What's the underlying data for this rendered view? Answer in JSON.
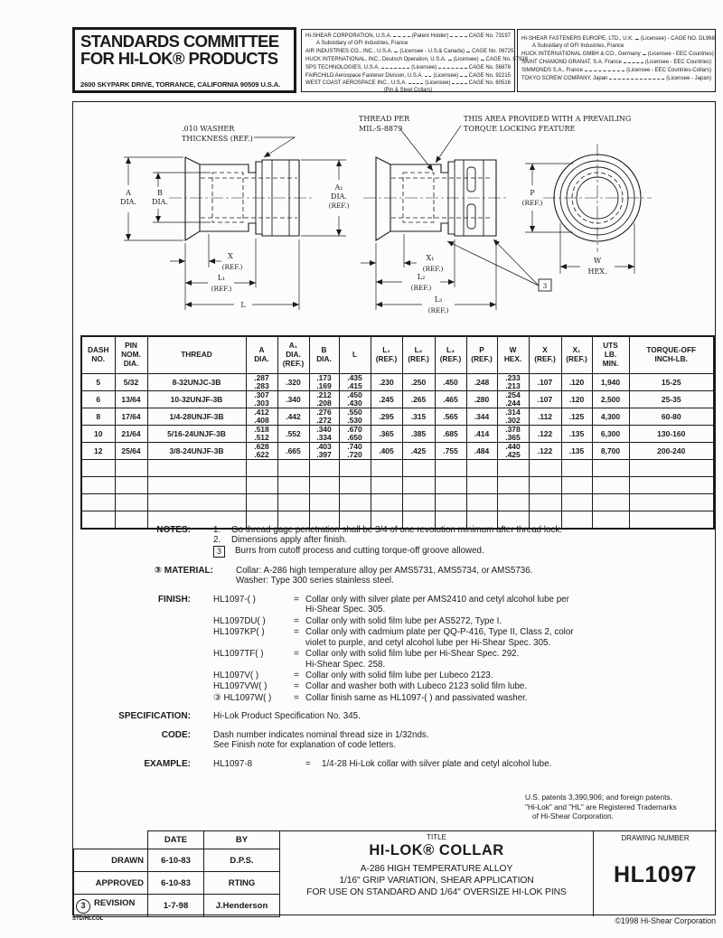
{
  "colors": {
    "ink": "#1a1a1a",
    "paper": "#fcfcfa"
  },
  "header": {
    "committee": {
      "line1": "STANDARDS COMMITTEE",
      "line2": "FOR HI-LOK® PRODUCTS",
      "address": "2600 SKYPARK DRIVE, TORRANCE, CALIFORNIA 90509 U.S.A."
    },
    "licensees_left": [
      {
        "name": "HI-SHEAR CORPORATION, U.S.A.",
        "note": "(Patent Holder)",
        "cage": "CAGE No. 73197",
        "sub": "A Subsidiary of GFI Industries, France"
      },
      {
        "name": "AIR INDUSTRIES CO., INC., U.S.A.",
        "note": "(Licensee - U.S.& Canada)",
        "cage": "CAGE No. 06725"
      },
      {
        "name": "HUCK INTERNATIONAL, INC., Deutsch Operation, U.S.A.",
        "note": "(Licensee)",
        "cage": "CAGE No. 97928"
      },
      {
        "name": "SPS TECHNOLOGIES, U.S.A.",
        "note": "(Licensee)",
        "cage": "CAGE No. 56878"
      },
      {
        "name": "FAIRCHILD Aerospace Fastener Division, U.S.A.",
        "note": "(Licensee)",
        "cage": "CAGE No. 92215"
      },
      {
        "name": "WEST COAST AEROSPACE INC., U.S.A.",
        "note": "(Licensee)",
        "cage": "CAGE No. 60516",
        "sub": "(Pin & Steel Collars)",
        "sub_center": true
      }
    ],
    "licensees_right": [
      {
        "name": "HI-SHEAR FASTENERS EUROPE, LTD., U.K.",
        "note": "(Licensee) - CAGE NO. DL968",
        "sub": "A Subsidiary of GFI Industries, France"
      },
      {
        "name": "HUCK INTERNATIONAL GMBH & CO., Germany",
        "note": "(Licensee - EEC Countries)"
      },
      {
        "name": "SAINT CHAMOND GRANAT, S.A. France",
        "note": "(Licensee - EEC Countries)"
      },
      {
        "name": "SIMMONDS S.A., France",
        "note": "(Licensee - EEC Countries-Collars)"
      },
      {
        "name": "TOKYO SCREW COMPANY, Japan",
        "note": "(Licensee - Japan)"
      }
    ]
  },
  "drawing": {
    "left_view": {
      "a": "A",
      "a2": "DIA.",
      "b": "B",
      "b2": "DIA.",
      "a1": "A₁",
      "a1b": "DIA.",
      "a1c": "(REF.)",
      "washer1": ".010 WASHER",
      "washer2": "THICKNESS (REF.)",
      "x": "X",
      "x2": "(REF.)",
      "l1": "L₁",
      "l1b": "(REF.)",
      "l": "L"
    },
    "mid_view": {
      "thread1": "THREAD PER",
      "thread2": "MIL-S-8879",
      "torque1": "THIS AREA PROVIDED WITH A PREVAILING",
      "torque2": "TORQUE LOCKING FEATURE",
      "x1": "X₁",
      "x1b": "(REF.)",
      "l2": "L₂",
      "l2b": "(REF.)",
      "l3": "L₃",
      "l3b": "(REF.)",
      "callout": "3"
    },
    "end_view": {
      "p": "P",
      "p2": "(REF.)",
      "w": "W",
      "w2": "HEX."
    }
  },
  "table": {
    "headers": [
      "DASH\nNO.",
      "PIN\nNOM.\nDIA.",
      "THREAD",
      "A\nDIA.",
      "A₁\nDIA.\n(REF.)",
      "B\nDIA.",
      "L",
      "L₁\n(REF.)",
      "L₂\n(REF.)",
      "L₃\n(REF.)",
      "P\n(REF.)",
      "W\nHEX.",
      "X\n(REF.)",
      "X₁\n(REF.)",
      "UTS\nLB.\nMIN.",
      "TORQUE-OFF\nINCH-LB."
    ],
    "rows": [
      [
        "5",
        "5/32",
        "8-32UNJC-3B",
        ".287\n.283",
        ".320",
        ".173\n.169",
        ".435\n.415",
        ".230",
        ".250",
        ".450",
        ".248",
        ".233\n.213",
        ".107",
        ".120",
        "1,940",
        "15-25"
      ],
      [
        "6",
        "13/64",
        "10-32UNJF-3B",
        ".307\n.303",
        ".340",
        ".212\n.208",
        ".450\n.430",
        ".245",
        ".265",
        ".465",
        ".280",
        ".254\n.244",
        ".107",
        ".120",
        "2,500",
        "25-35"
      ],
      [
        "8",
        "17/64",
        "1/4-28UNJF-3B",
        ".412\n.408",
        ".442",
        ".276\n.272",
        ".550\n.530",
        ".295",
        ".315",
        ".565",
        ".344",
        ".314\n.302",
        ".112",
        ".125",
        "4,300",
        "60-80"
      ],
      [
        "10",
        "21/64",
        "5/16-24UNJF-3B",
        ".518\n.512",
        ".552",
        ".340\n.334",
        ".670\n.650",
        ".365",
        ".385",
        ".685",
        ".414",
        ".378\n.365",
        ".122",
        ".135",
        "6,300",
        "130-160"
      ],
      [
        "12",
        "25/64",
        "3/8-24UNJF-3B",
        ".628\n.622",
        ".665",
        ".403\n.397",
        ".740\n.720",
        ".405",
        ".425",
        ".755",
        ".484",
        ".440\n.425",
        ".122",
        ".135",
        "8,700",
        "200-240"
      ]
    ],
    "empty_rows": 4
  },
  "notes": {
    "label": "NOTES:",
    "items": [
      {
        "marker": "1.",
        "text": "Go thread gage penetration shall be 3/4 of one revolution minimum after thread lock."
      },
      {
        "marker": "2.",
        "text": "Dimensions apply after finish."
      },
      {
        "marker": "3",
        "boxed": true,
        "text": "Burrs from cutoff process and cutting torque-off groove allowed."
      }
    ]
  },
  "material": {
    "label": "③ MATERIAL:",
    "line1": "Collar:  A-286 high temperature alloy per AMS5731, AMS5734, or AMS5736.",
    "line2": "Washer: Type 300 series stainless steel."
  },
  "finish": {
    "label": "FINISH:",
    "items": [
      {
        "code": "HL1097-( )",
        "eq": "=",
        "desc": "Collar only with silver plate per AMS2410 and cetyl alcohol lube per\nHi-Shear Spec. 305."
      },
      {
        "code": "HL1097DU( )",
        "eq": "=",
        "desc": "Collar only with solid film lube per AS5272, Type I."
      },
      {
        "code": "HL1097KP( )",
        "eq": "=",
        "desc": "Collar only with cadmium plate per QQ-P-416, Type II, Class 2, color\nviolet to purple, and cetyl alcohol lube per Hi-Shear Spec. 305."
      },
      {
        "code": "HL1097TF( )",
        "eq": "=",
        "desc": "Collar only with solid film lube per Hi-Shear Spec. 292.\nHi-Shear Spec. 258."
      },
      {
        "code": "HL1097V( )",
        "eq": "=",
        "desc": "Collar only with solid film lube per Lubeco 2123."
      },
      {
        "code": "HL1097VW( )",
        "eq": "=",
        "desc": "Collar and washer both with Lubeco 2123 solid film lube."
      },
      {
        "code": "③ HL1097W( )",
        "eq": "=",
        "desc": "Collar finish same as HL1097-( ) and passivated washer."
      }
    ]
  },
  "specification": {
    "label": "SPECIFICATION:",
    "text": "Hi-Lok Product Specification No. 345."
  },
  "code_note": {
    "label": "CODE:",
    "text": "Dash number indicates nominal thread size in 1/32nds.\nSee Finish note for explanation of code letters."
  },
  "example": {
    "label": "EXAMPLE:",
    "code": "HL1097-8",
    "eq": "=",
    "text": "1/4-28 Hi-Lok collar with silver plate and cetyl alcohol lube."
  },
  "patents": {
    "line1": "U.S. patents 3,390,906; and foreign patents.",
    "line2": "\"Hi-Lok\" and \"HL\" are Registered Trademarks",
    "line3": "of Hi-Shear Corporation."
  },
  "title_block": {
    "revision_table": {
      "col_date": "DATE",
      "col_by": "BY",
      "rows": [
        {
          "label": "DRAWN",
          "date": "6-10-83",
          "by": "D.P.S."
        },
        {
          "label": "APPROVED",
          "date": "6-10-83",
          "by": "RTING"
        },
        {
          "label": "REVISION",
          "rev": "3",
          "date": "1-7-98",
          "by": "J.Henderson"
        }
      ]
    },
    "title_label": "TITLE",
    "title": "HI-LOK® COLLAR",
    "subtitle_lines": [
      "A-286 HIGH TEMPERATURE ALLOY",
      "1/16\" GRIP VARIATION, SHEAR APPLICATION",
      "FOR USE ON STANDARD AND 1/64\" OVERSIZE HI-LOK PINS"
    ],
    "drawing_number_label": "DRAWING NUMBER",
    "drawing_number": "HL1097",
    "copyright": "©1998 Hi-Shear Corporation",
    "doc_code": "STD/HLCOL"
  }
}
